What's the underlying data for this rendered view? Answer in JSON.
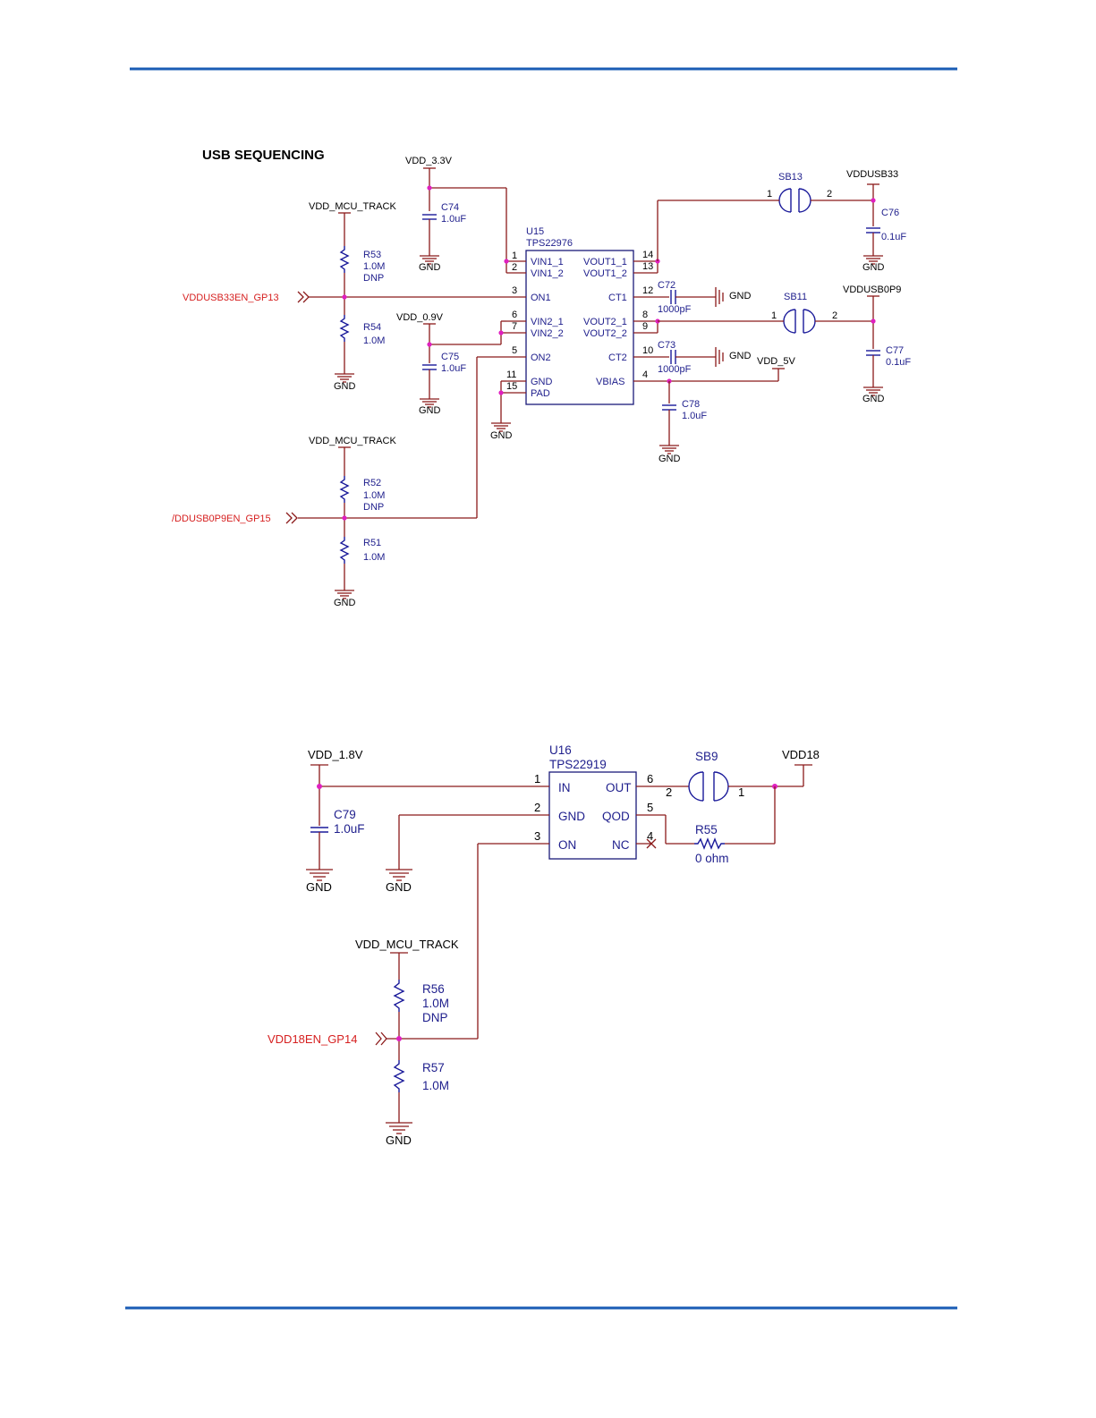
{
  "section_title": "USB SEQUENCING",
  "colors": {
    "wire": "#8b1a1a",
    "component": "#1a1a9a",
    "junction": "#e020c0",
    "signal": "#d62020",
    "rule": "#1a5cb5"
  },
  "gnd_label": "GND",
  "u15": {
    "ref": "U15",
    "part": "TPS22976",
    "left_pins": [
      {
        "num": "1",
        "name": "VIN1_1"
      },
      {
        "num": "2",
        "name": "VIN1_2"
      },
      {
        "num": "3",
        "name": "ON1"
      },
      {
        "num": "6",
        "name": "VIN2_1"
      },
      {
        "num": "7",
        "name": "VIN2_2"
      },
      {
        "num": "5",
        "name": "ON2"
      },
      {
        "num": "11",
        "name": "GND"
      },
      {
        "num": "15",
        "name": "PAD"
      }
    ],
    "right_pins": [
      {
        "num": "14",
        "name": "VOUT1_1"
      },
      {
        "num": "13",
        "name": "VOUT1_2"
      },
      {
        "num": "12",
        "name": "CT1"
      },
      {
        "num": "8",
        "name": "VOUT2_1"
      },
      {
        "num": "9",
        "name": "VOUT2_2"
      },
      {
        "num": "10",
        "name": "CT2"
      },
      {
        "num": "4",
        "name": "VBIAS"
      }
    ]
  },
  "nets_top": {
    "vdd_3v3": "VDD_3.3V",
    "vdd_0v9": "VDD_0.9V",
    "vdd_5v": "VDD_5V",
    "vdd_mcu_track_a": "VDD_MCU_TRACK",
    "vdd_mcu_track_b": "VDD_MCU_TRACK",
    "vddusb33": "VDDUSB33",
    "vddusb0p9": "VDDUSB0P9"
  },
  "signals_top": {
    "en1": "VDDUSB33EN_GP13",
    "en2": "/DDUSB0P9EN_GP15"
  },
  "components_top": {
    "c74": {
      "ref": "C74",
      "val": "1.0uF"
    },
    "c75": {
      "ref": "C75",
      "val": "1.0uF"
    },
    "c72": {
      "ref": "C72",
      "val": "1000pF"
    },
    "c73": {
      "ref": "C73",
      "val": "1000pF"
    },
    "c76": {
      "ref": "C76",
      "val": "0.1uF"
    },
    "c77": {
      "ref": "C77",
      "val": "0.1uF"
    },
    "c78": {
      "ref": "C78",
      "val": "1.0uF"
    },
    "r53": {
      "ref": "R53",
      "val": "1.0M",
      "dnp": "DNP"
    },
    "r54": {
      "ref": "R54",
      "val": "1.0M"
    },
    "r52": {
      "ref": "R52",
      "val": "1.0M",
      "dnp": "DNP"
    },
    "r51": {
      "ref": "R51",
      "val": "1.0M"
    },
    "sb13": {
      "ref": "SB13",
      "p1": "1",
      "p2": "2"
    },
    "sb11": {
      "ref": "SB11",
      "p1": "1",
      "p2": "2"
    }
  },
  "u16": {
    "ref": "U16",
    "part": "TPS22919",
    "left_pins": [
      {
        "num": "1",
        "name": "IN"
      },
      {
        "num": "2",
        "name": "GND"
      },
      {
        "num": "3",
        "name": "ON"
      }
    ],
    "right_pins": [
      {
        "num": "6",
        "name": "OUT"
      },
      {
        "num": "5",
        "name": "QOD"
      },
      {
        "num": "4",
        "name": "NC"
      }
    ]
  },
  "nets_bottom": {
    "vdd_1v8": "VDD_1.8V",
    "vdd18": "VDD18",
    "vdd_mcu_track": "VDD_MCU_TRACK"
  },
  "signals_bottom": {
    "en": "VDD18EN_GP14"
  },
  "components_bottom": {
    "c79": {
      "ref": "C79",
      "val": "1.0uF"
    },
    "sb9": {
      "ref": "SB9",
      "p1": "2",
      "p2": "1"
    },
    "r55": {
      "ref": "R55",
      "val": "0 ohm"
    },
    "r56": {
      "ref": "R56",
      "val": "1.0M",
      "dnp": "DNP"
    },
    "r57": {
      "ref": "R57",
      "val": "1.0M"
    }
  }
}
